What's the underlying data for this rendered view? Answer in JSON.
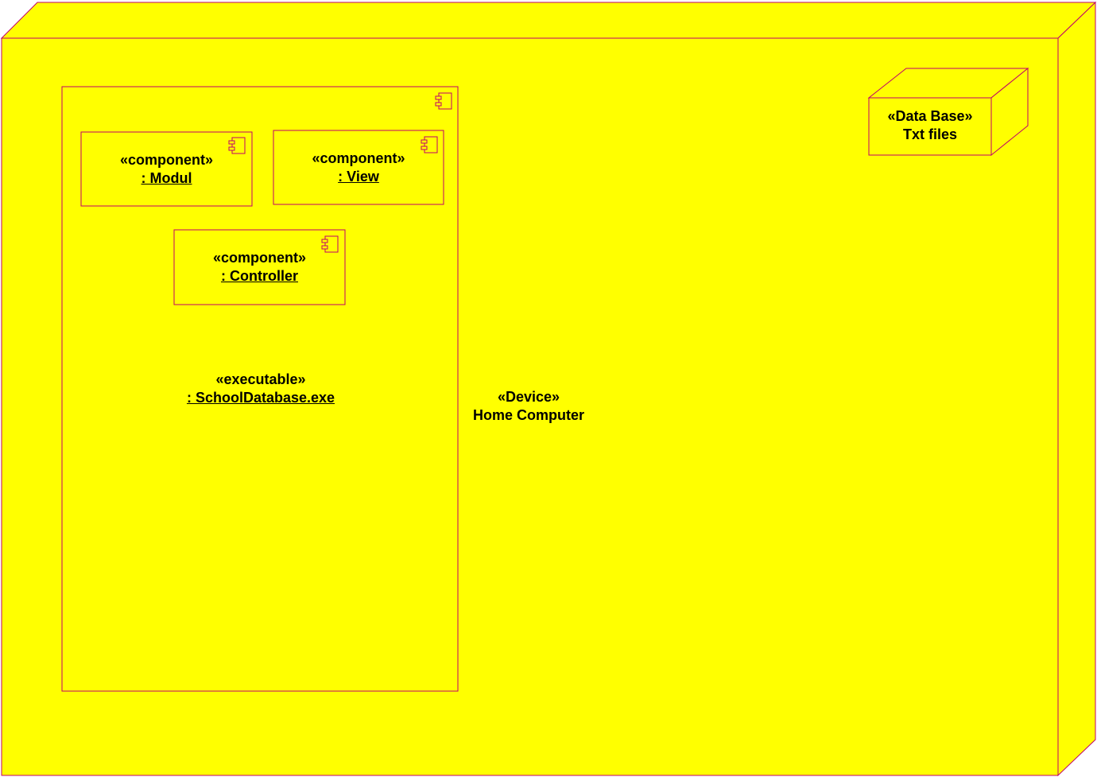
{
  "colors": {
    "fill": "#ffff00",
    "stroke": "#c0006a",
    "text": "#000000"
  },
  "device": {
    "stereotype": "«Device»",
    "name": "Home Computer"
  },
  "executable": {
    "stereotype": "«executable»",
    "name": ": SchoolDatabase.exe",
    "icon": "component-icon"
  },
  "components": [
    {
      "stereotype": "«component»",
      "name": ": Modul",
      "icon": "component-icon"
    },
    {
      "stereotype": "«component»",
      "name": ": View",
      "icon": "component-icon"
    },
    {
      "stereotype": "«component»",
      "name": ": Controller",
      "icon": "component-icon"
    }
  ],
  "database": {
    "stereotype": "«Data Base»",
    "name": "Txt files"
  }
}
